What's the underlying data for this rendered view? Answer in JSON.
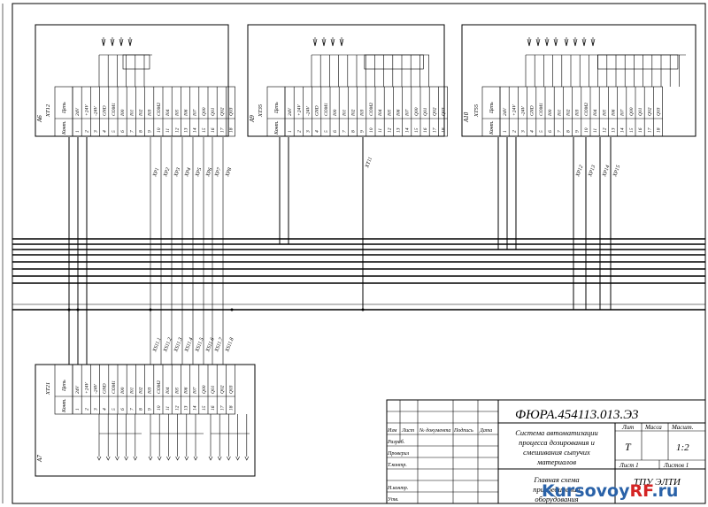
{
  "title_block": {
    "code": "ФЮРА.454113.013.Э3",
    "title": "Система автоматизации процесса дозирования и смешивания сыпучих материалов",
    "doc_name": "Главная схема присоединений оборудования",
    "scale": "1:2",
    "lit": "Т",
    "org": "ТПУ ЭЛТИ",
    "headers": {
      "lit": "Лит",
      "mass": "Масса",
      "scale": "Масшт.",
      "sheet": "Лист 1",
      "sheets": "Листов 1",
      "change": "Изм",
      "sheet_col": "Лист",
      "doc_no": "№ документа",
      "signature": "Подпись",
      "date": "Дата",
      "developed": "Разраб.",
      "checked": "Проверил",
      "tcontrol": "Т.контр.",
      "ncontrol": "Н.контр.",
      "approved": "Утв."
    }
  },
  "blocks": [
    {
      "id": "A6",
      "connector": "XT12"
    },
    {
      "id": "A9",
      "connector": "XT35"
    },
    {
      "id": "A10",
      "connector": "XT55"
    },
    {
      "id": "A7",
      "connector": "XT21"
    }
  ],
  "connector_header": {
    "circuit": "Цепь",
    "contact": "Конт."
  },
  "contacts": [
    "1",
    "2",
    "3",
    "4",
    "5",
    "6",
    "7",
    "8",
    "9",
    "10",
    "11",
    "12",
    "13",
    "14",
    "15",
    "16",
    "17",
    "18"
  ],
  "circuits_top": [
    "24V",
    "+24V",
    "-24V",
    "GND",
    "COM1",
    "I00",
    "I01",
    "I02",
    "I03",
    "COM2",
    "I04",
    "I05",
    "I06",
    "I07",
    "Q00",
    "Q01",
    "Q02",
    "Q03"
  ],
  "wire_labels_a6": [
    "XP1",
    "XP2",
    "XP3",
    "XP4",
    "XP5",
    "XP6",
    "XP7",
    "XP8"
  ],
  "wire_labels_a9": [
    "XT11"
  ],
  "wire_labels_a10": [
    "XP12",
    "XP13",
    "XP14",
    "XP15"
  ],
  "wire_labels_a7": [
    "XS11.1",
    "XS11.2",
    "XS11.3",
    "XS11.4",
    "XS11.5",
    "XS11.6",
    "XS11.7",
    "XS11.8"
  ],
  "watermark": {
    "part1": "Kursovoy",
    "part2": "RF",
    "part3": ".ru"
  }
}
